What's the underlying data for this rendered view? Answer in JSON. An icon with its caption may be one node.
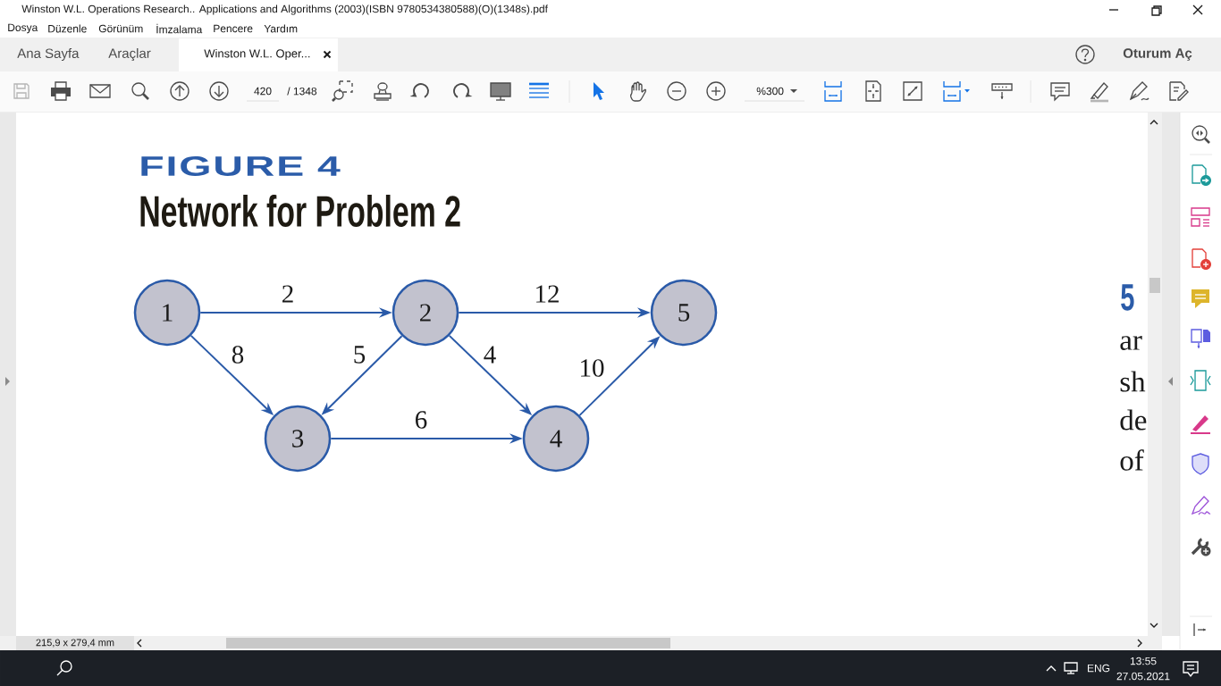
{
  "diagram": {
    "title": "FIGURE 4",
    "caption": "Network for Problem 2",
    "nodes": [
      {
        "text": [
          "1"
        ]
      },
      {
        "text": [
          "2"
        ]
      },
      {
        "text": [
          "5"
        ]
      },
      {
        "text": [
          "3"
        ]
      },
      {
        "text": [
          "4"
        ]
      }
    ],
    "edges": [
      {
        "from": 0,
        "to": 1,
        "arrow": "to",
        "label": "2"
      },
      {
        "from": 1,
        "to": 2,
        "arrow": "to",
        "label": "12"
      },
      {
        "from": 0,
        "to": 3,
        "arrow": "to",
        "label": "8"
      },
      {
        "from": 1,
        "to": 3,
        "arrow": "to",
        "label": "5"
      },
      {
        "from": 1,
        "to": 4,
        "arrow": "to",
        "label": "4"
      },
      {
        "from": 4,
        "to": 2,
        "arrow": "to",
        "label": "10"
      },
      {
        "from": 3,
        "to": 4,
        "arrow": "to",
        "label": "6"
      }
    ],
    "labels": [
      "Winston W.L. Operations Research.. Applications and Algorithms (2003)(ISBN 9780534380588)(O)(1348s).pdf",
      "Dosya",
      "Düzenle",
      "Görünüm",
      "İmzalama",
      "Pencere",
      "Yardım",
      "Ana Sayfa",
      "Araçlar",
      "Winston W.L. Oper...",
      "Oturum Aç",
      "420",
      "/ 1348",
      "%300",
      "5",
      "ar",
      "sh",
      "de",
      "of",
      "215,9 x 279,4 mm",
      "ENG",
      "13:55",
      "27.05.2021"
    ]
  }
}
